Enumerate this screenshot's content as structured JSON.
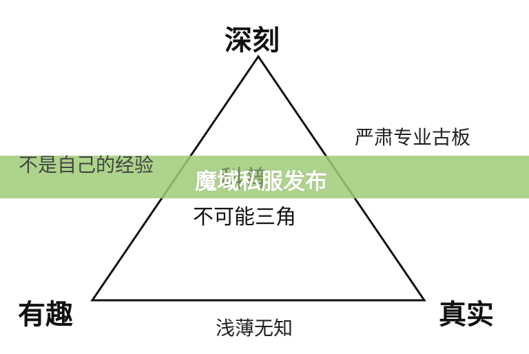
{
  "vertices": {
    "top": "深刻",
    "bottom_left": "有趣",
    "bottom_right": "真实"
  },
  "sides": {
    "left": "不是自己的经验",
    "right": "严肃专业古板",
    "bottom": "浅薄无知"
  },
  "center": {
    "occluded": "科普",
    "label": "不可能三角"
  },
  "banner": {
    "title": "魔域私服发布",
    "color": "#a0cd78"
  }
}
